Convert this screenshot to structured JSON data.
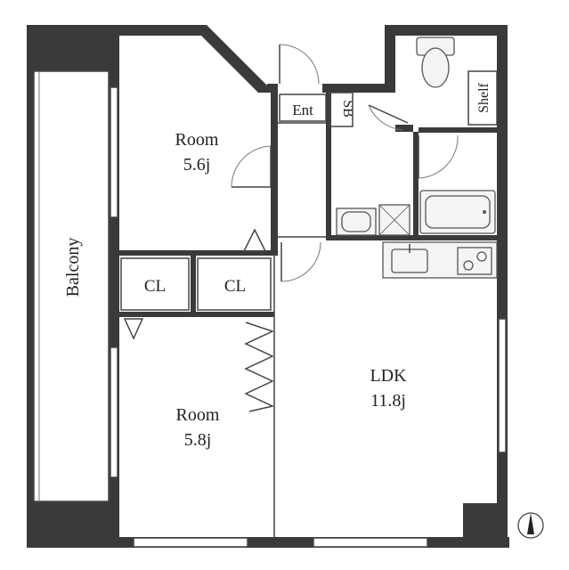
{
  "rooms": {
    "room_upper": {
      "name": "Room",
      "size": "5.6j"
    },
    "room_lower": {
      "name": "Room",
      "size": "5.8j"
    },
    "ldk": {
      "name": "LDK",
      "size": "11.8j"
    },
    "closet_left": {
      "name": "CL"
    },
    "closet_right": {
      "name": "CL"
    },
    "entrance": {
      "name": "Ent"
    },
    "shoe_box": {
      "name": "SB"
    },
    "shelf": {
      "name": "Shelf"
    },
    "balcony": {
      "name": "Balcony"
    }
  },
  "icons": {
    "compass": "north-arrow-icon",
    "toilet": "toilet-icon",
    "bathtub": "bathtub-icon",
    "washbasin": "washbasin-icon",
    "washer": "washing-machine-pan-icon",
    "sink": "kitchen-sink-icon",
    "stove": "gas-stove-icon"
  },
  "colors": {
    "wall": "#3a3a3a",
    "line": "#444444",
    "background": "#ffffff"
  }
}
